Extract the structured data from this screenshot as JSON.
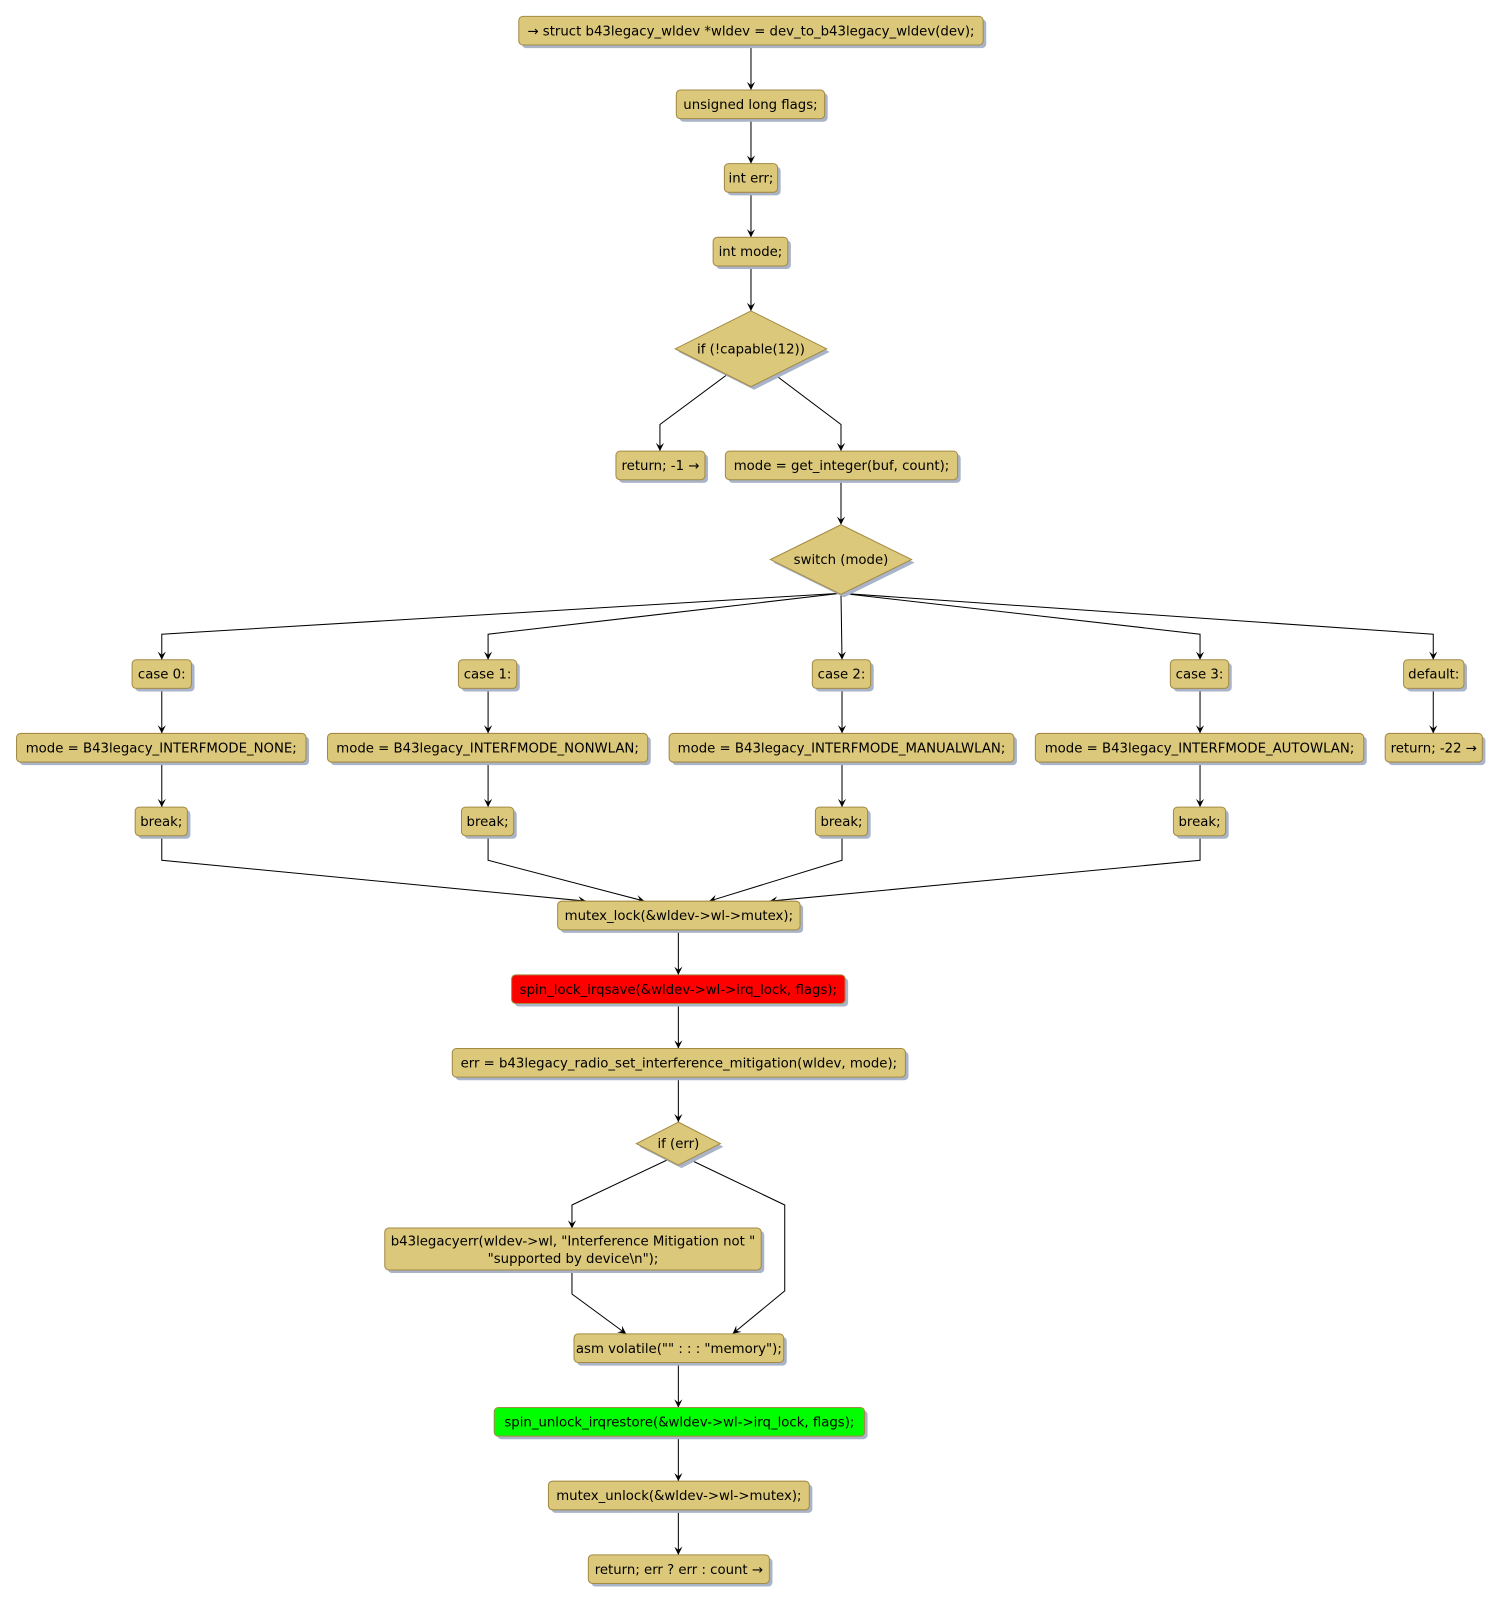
{
  "colors": {
    "node_fill": "#DBC87A",
    "node_border": "#A38A45",
    "shadow": "#A9B4C8",
    "lock_fill": "#FF0000",
    "unlock_fill": "#00FF00"
  },
  "nodes": {
    "entry": "→ struct b43legacy_wldev *wldev = dev_to_b43legacy_wldev(dev);",
    "flags_decl": "unsigned long flags;",
    "err_decl": "int err;",
    "mode_decl": "int mode;",
    "if_capable": "if (!capable(12))",
    "return_neg1": "return; -1 →",
    "get_integer": "mode = get_integer(buf, count);",
    "switch_mode": "switch (mode)",
    "case0": "case 0:",
    "case1": "case 1:",
    "case2": "case 2:",
    "case3": "case 3:",
    "default": "default:",
    "mode_none": "mode = B43legacy_INTERFMODE_NONE;",
    "mode_nonwlan": "mode = B43legacy_INTERFMODE_NONWLAN;",
    "mode_manualwlan": "mode = B43legacy_INTERFMODE_MANUALWLAN;",
    "mode_autowlan": "mode = B43legacy_INTERFMODE_AUTOWLAN;",
    "return_neg22": "return; -22 →",
    "break0": "break;",
    "break1": "break;",
    "break2": "break;",
    "break3": "break;",
    "mutex_lock": "mutex_lock(&wldev->wl->mutex);",
    "spin_lock": "spin_lock_irqsave(&wldev->wl->irq_lock, flags);",
    "set_mitigation": "err = b43legacy_radio_set_interference_mitigation(wldev, mode);",
    "if_err": "if (err)",
    "err_line1": "b43legacyerr(wldev->wl, \"Interference Mitigation not \"",
    "err_line2": "\"supported by device\\n\");",
    "asm_volatile": "asm volatile(\"\" : : : \"memory\");",
    "spin_unlock": "spin_unlock_irqrestore(&wldev->wl->irq_lock, flags);",
    "mutex_unlock": "mutex_unlock(&wldev->wl->mutex);",
    "return_final": "return; err ? err : count →"
  }
}
